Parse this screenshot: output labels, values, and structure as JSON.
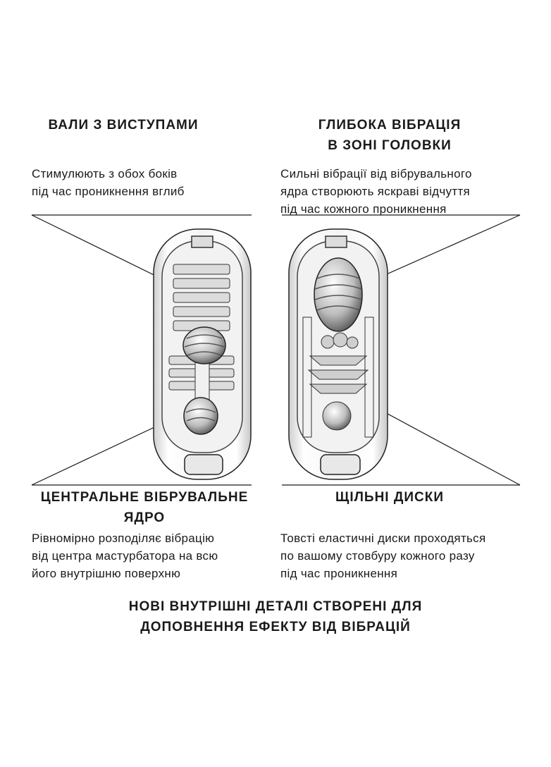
{
  "features": {
    "top_left": {
      "title": "ВАЛИ З ВИСТУПАМИ",
      "desc_line1": "Стимулюють з обох боків",
      "desc_line2": "під час проникнення вглиб"
    },
    "top_right": {
      "title_line1": "ГЛИБОКА ВІБРАЦІЯ",
      "title_line2": "В ЗОНІ ГОЛОВКИ",
      "desc_line1": "Сильні вібрації від вібрувального",
      "desc_line2": "ядра створюють яскраві відчуття",
      "desc_line3": "під час кожного проникнення"
    },
    "bottom_left": {
      "title_line1": "ЦЕНТРАЛЬНЕ ВІБРУВАЛЬНЕ",
      "title_line2": "ЯДРО",
      "desc_line1": "Рівномірно розподіляє вібрацію",
      "desc_line2": "від центра мастурбатора на всю",
      "desc_line3": "його внутрішню поверхню"
    },
    "bottom_right": {
      "title": "ЩІЛЬНІ ДИСКИ",
      "desc_line1": "Товсті еластичні диски проходяться",
      "desc_line2": "по вашому стовбуру кожного разу",
      "desc_line3": "під час проникнення"
    }
  },
  "footer": {
    "line1": "НОВІ ВНУТРІШНІ ДЕТАЛІ СТВОРЕНІ ДЛЯ",
    "line2": "ДОПОВНЕННЯ ЕФЕКТУ ВІД ВІБРАЦІЙ"
  }
}
